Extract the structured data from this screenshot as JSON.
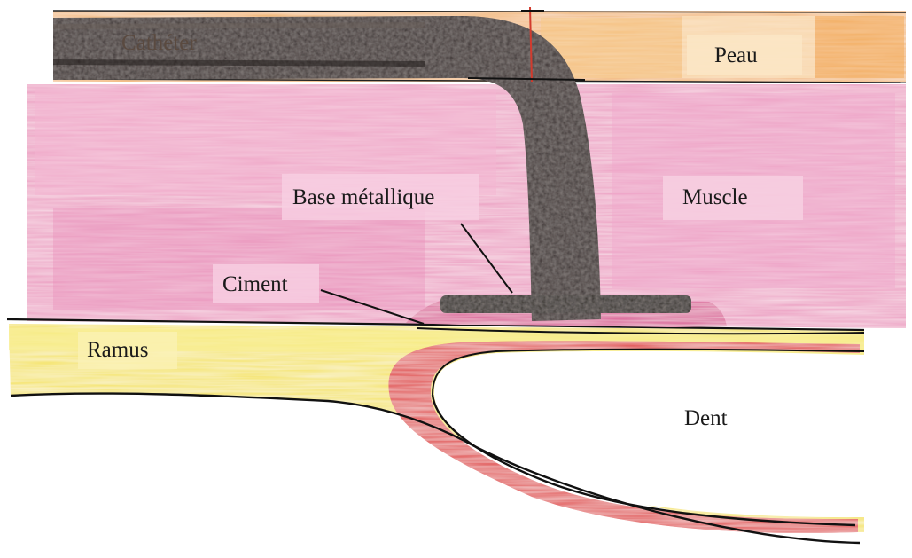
{
  "labels": {
    "catheter": "Cathéter",
    "skin": "Peau",
    "muscle": "Muscle",
    "metal_base": "Base métallique",
    "cement": "Ciment",
    "ramus": "Ramus",
    "tooth": "Dent"
  },
  "colors": {
    "skin": "#f2b46b",
    "muscle": "#ec9ac0",
    "catheter": "#3a3330",
    "cement": "#d8418c",
    "bone": "#f4e35a",
    "tooth_edge": "#e02a2a",
    "outline": "#111111"
  }
}
